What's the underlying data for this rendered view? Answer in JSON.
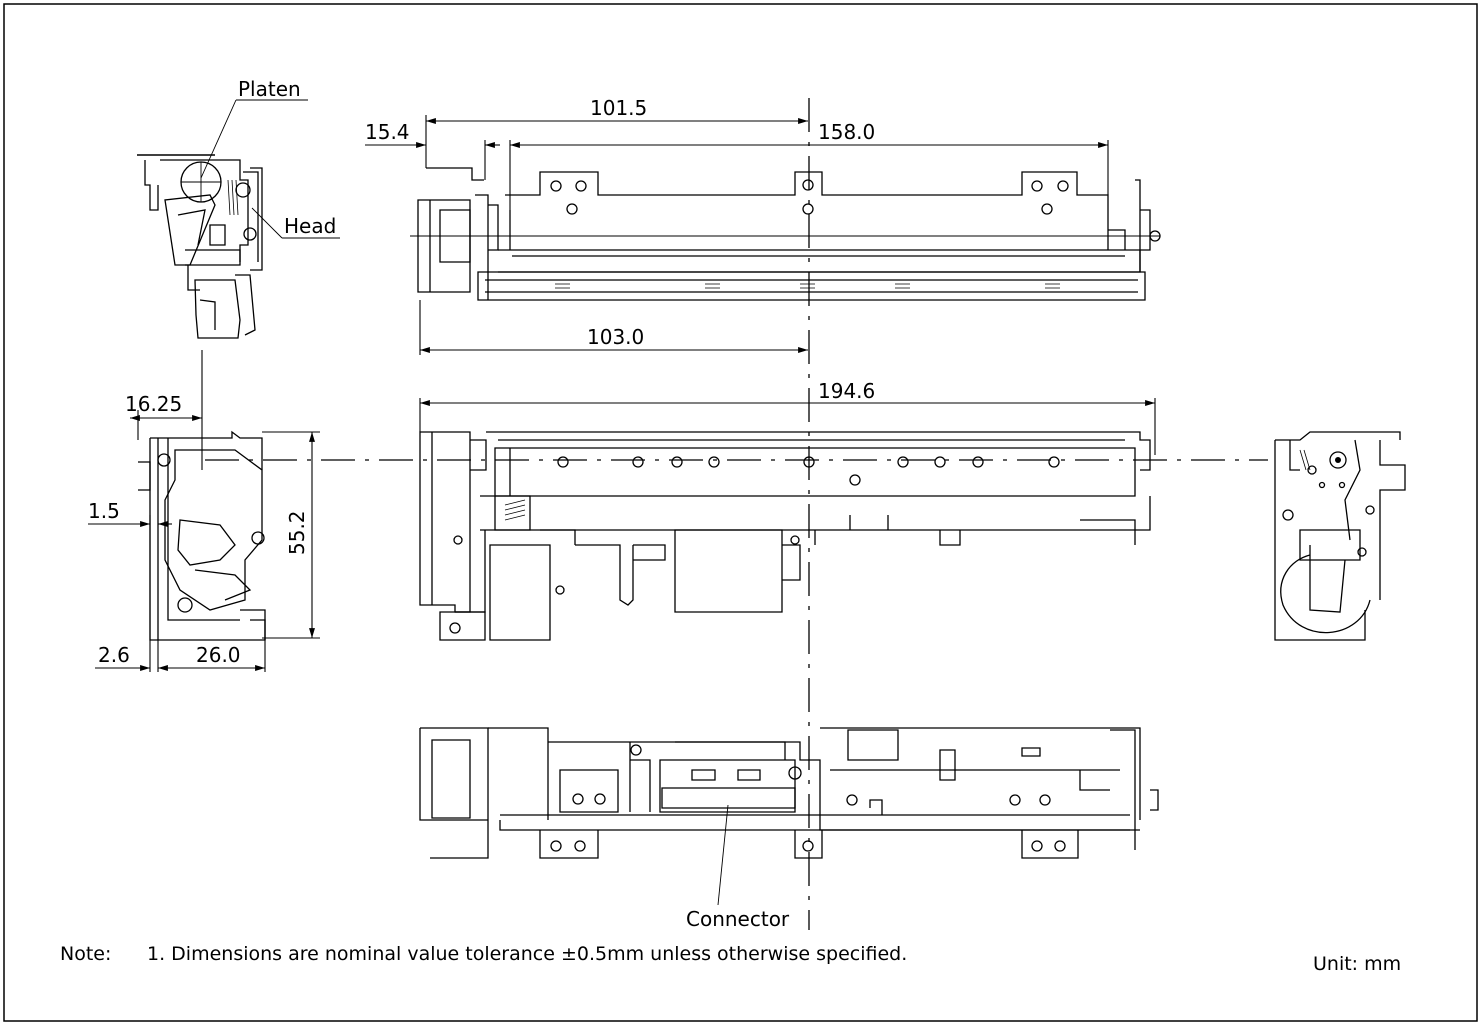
{
  "labels": {
    "platen": "Platen",
    "head": "Head",
    "connector": "Connector"
  },
  "dimensions": {
    "d101_5": "101.5",
    "d15_4": "15.4",
    "d158_0": "158.0",
    "d103_0": "103.0",
    "d194_6": "194.6",
    "d16_25": "16.25",
    "d1_5": "1.5",
    "d55_2": "55.2",
    "d2_6": "2.6",
    "d26_0": "26.0"
  },
  "note": {
    "prefix": "Note:",
    "text": "1. Dimensions are nominal value tolerance ±0.5mm unless otherwise specified."
  },
  "unit": "Unit: mm"
}
